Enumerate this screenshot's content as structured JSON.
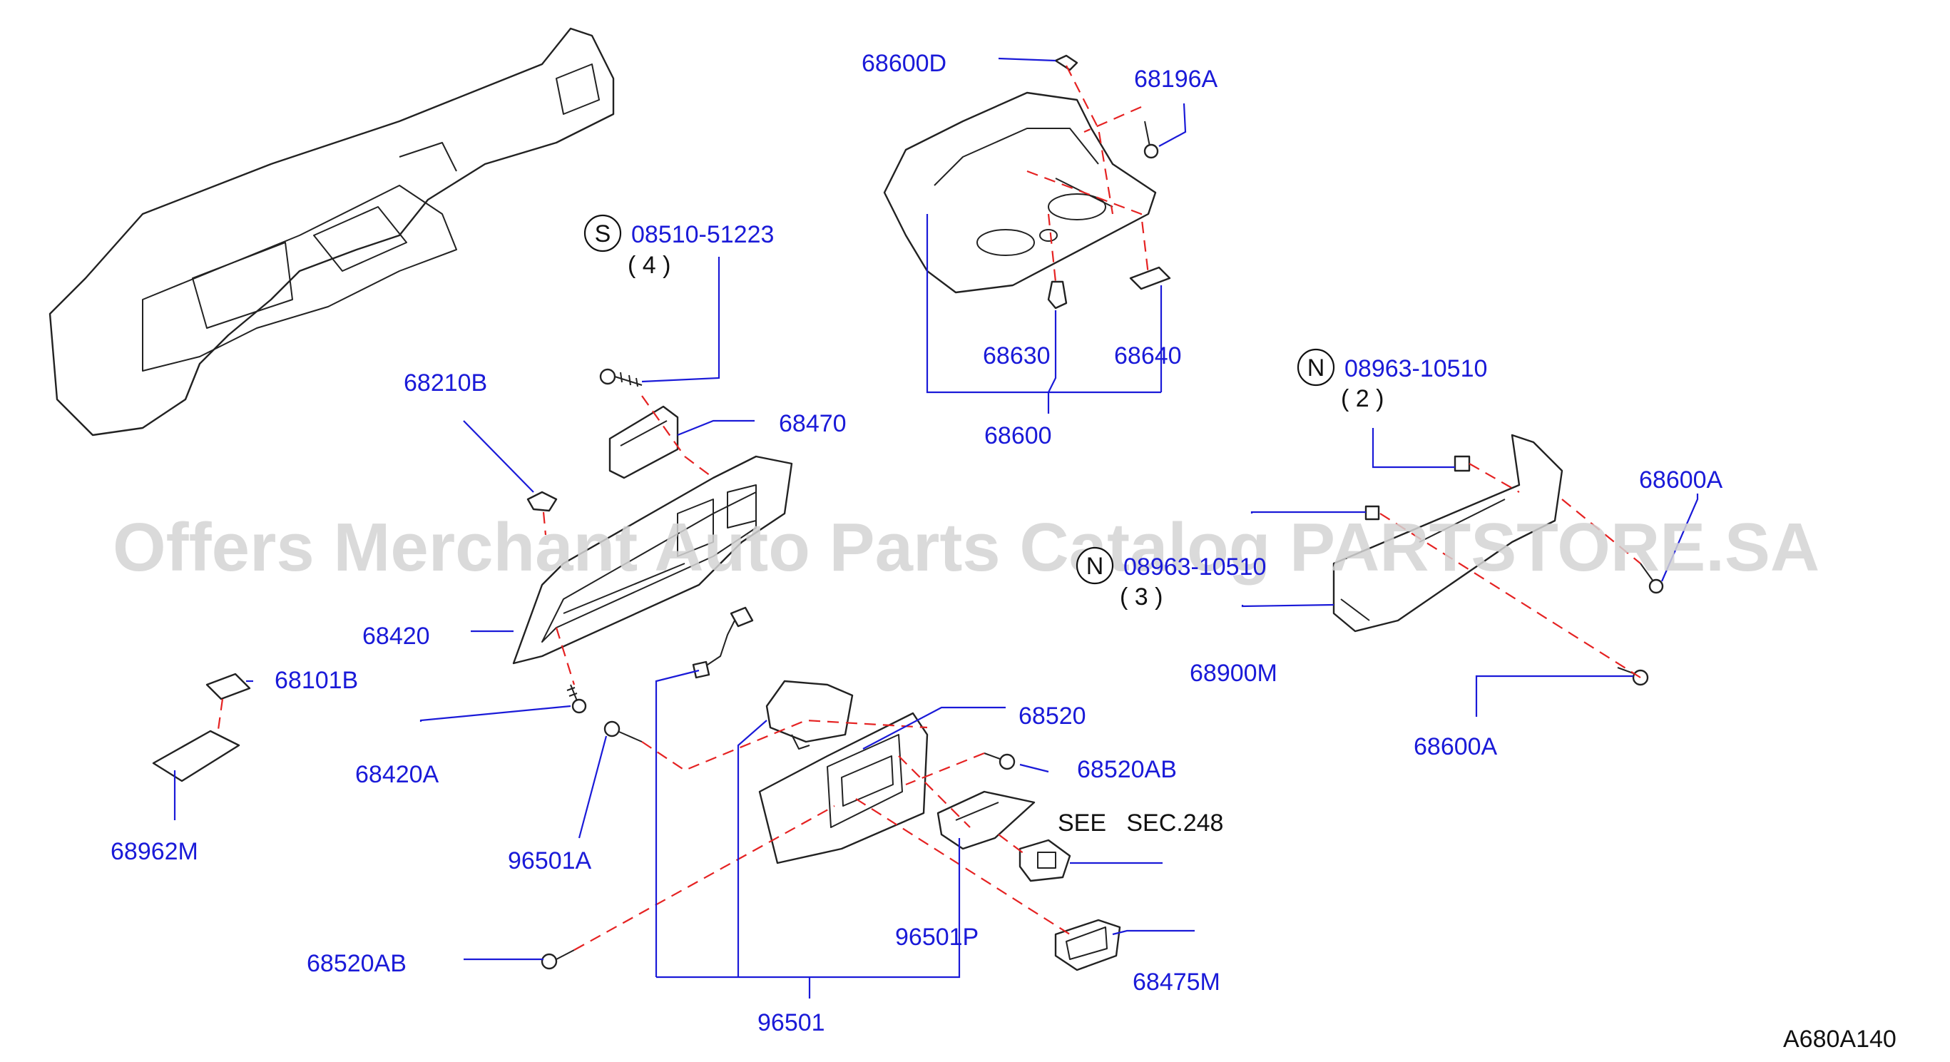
{
  "diagram": {
    "watermark": "Offers Merchant Auto Parts Catalog PARTSTORE.SA",
    "reference_code": "A680A140",
    "see_note": "SEE   SEC.248",
    "labels": {
      "p68600D": "68600D",
      "p68196A": "68196A",
      "p68630": "68630",
      "p68640": "68640",
      "p68600": "68600",
      "p68210B": "68210B",
      "p68470": "68470",
      "p68420": "68420",
      "p68101B": "68101B",
      "p68420A": "68420A",
      "p68962M": "68962M",
      "p96501A": "96501A",
      "p68520": "68520",
      "p68520AB_top": "68520AB",
      "p68520AB_bottom": "68520AB",
      "p96501P": "96501P",
      "p68475M": "68475M",
      "p96501": "96501",
      "p68600A_top": "68600A",
      "p68600A_bottom": "68600A",
      "p68900M": "68900M"
    },
    "callouts": {
      "s_bolt": {
        "symbol": "S",
        "part": "08510-51223",
        "qty": "( 4 )"
      },
      "n_nut_upper": {
        "symbol": "N",
        "part": "08963-10510",
        "qty": "( 2 )"
      },
      "n_nut_lower": {
        "symbol": "N",
        "part": "08963-10510",
        "qty": "( 3 )"
      }
    }
  }
}
